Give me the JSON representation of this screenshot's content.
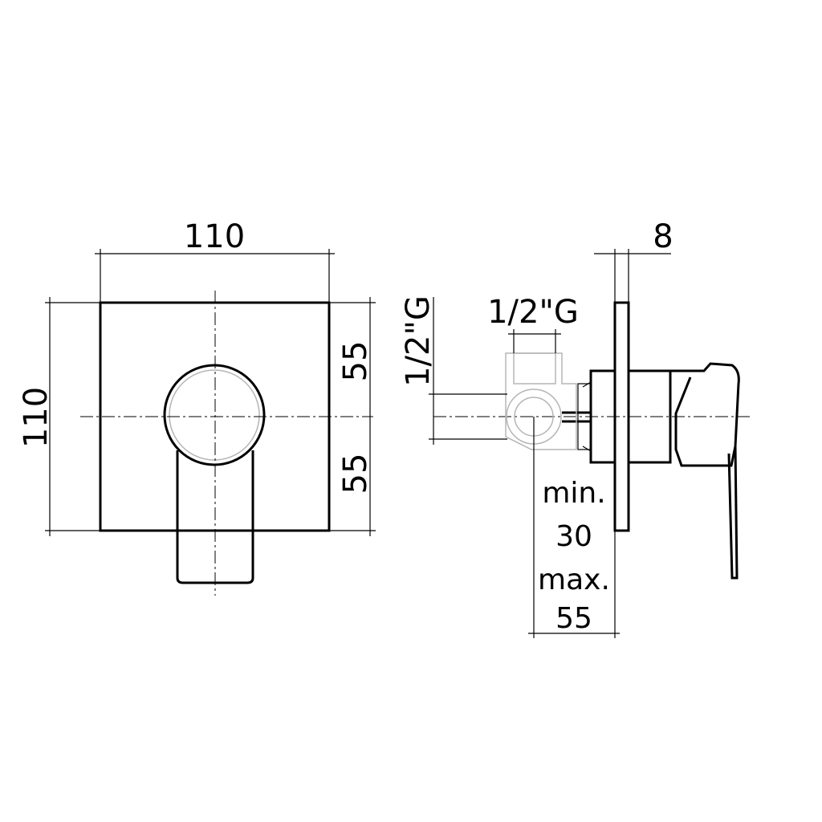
{
  "front_view": {
    "width_label": "110",
    "height_label": "110",
    "upper_half_label": "55",
    "lower_half_label": "55"
  },
  "side_view": {
    "plate_thickness_label": "8",
    "inlet_top_label": "1/2\"G",
    "inlet_side_label": "1/2\"G",
    "depth_label_line1": "min.",
    "depth_label_line2": "30",
    "depth_label_line3": "max.",
    "depth_label_line4": "55"
  }
}
